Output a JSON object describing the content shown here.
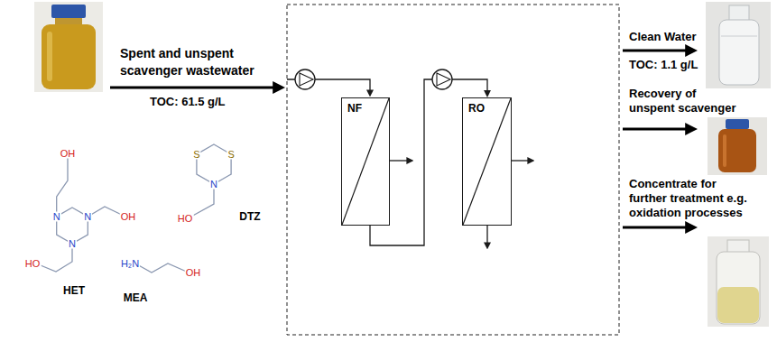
{
  "diagram": {
    "nodes": [
      {
        "text": [
          "NF"
        ]
      },
      {
        "text": [
          "RO"
        ]
      }
    ],
    "edges": [
      {
        "from": 0,
        "to": 1,
        "arrow": "to"
      }
    ],
    "labels": [
      "Spent and unspent scavenger wastewater",
      "TOC: 61.5 g/L",
      "OH",
      "N",
      "N",
      "OH",
      "N",
      "HO",
      "HET",
      "S",
      "S",
      "N",
      "HO",
      "DTZ",
      "H₂N",
      "OH",
      "MEA",
      "Clean Water",
      "TOC: 1.1 g/L",
      "Recovery of unspent scavenger",
      "Concentrate for further treatment e.g. oxidation processes"
    ]
  }
}
